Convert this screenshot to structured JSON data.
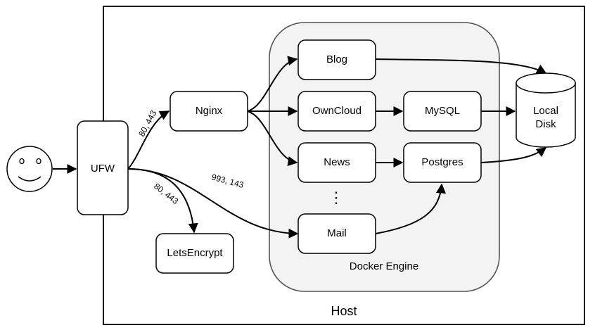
{
  "regions": {
    "host": "Host",
    "docker": "Docker Engine"
  },
  "nodes": {
    "ufw": "UFW",
    "nginx": "Nginx",
    "letsencrypt": "LetsEncrypt",
    "blog": "Blog",
    "owncloud": "OwnCloud",
    "news": "News",
    "mail": "Mail",
    "mysql": "MySQL",
    "postgres": "Postgres",
    "disk_line1": "Local",
    "disk_line2": "Disk"
  },
  "edge_labels": {
    "ufw_nginx": "80, 443",
    "ufw_letsencrypt": "80, 443",
    "ufw_mail": "993, 143",
    "ellipsis": "⋮"
  }
}
